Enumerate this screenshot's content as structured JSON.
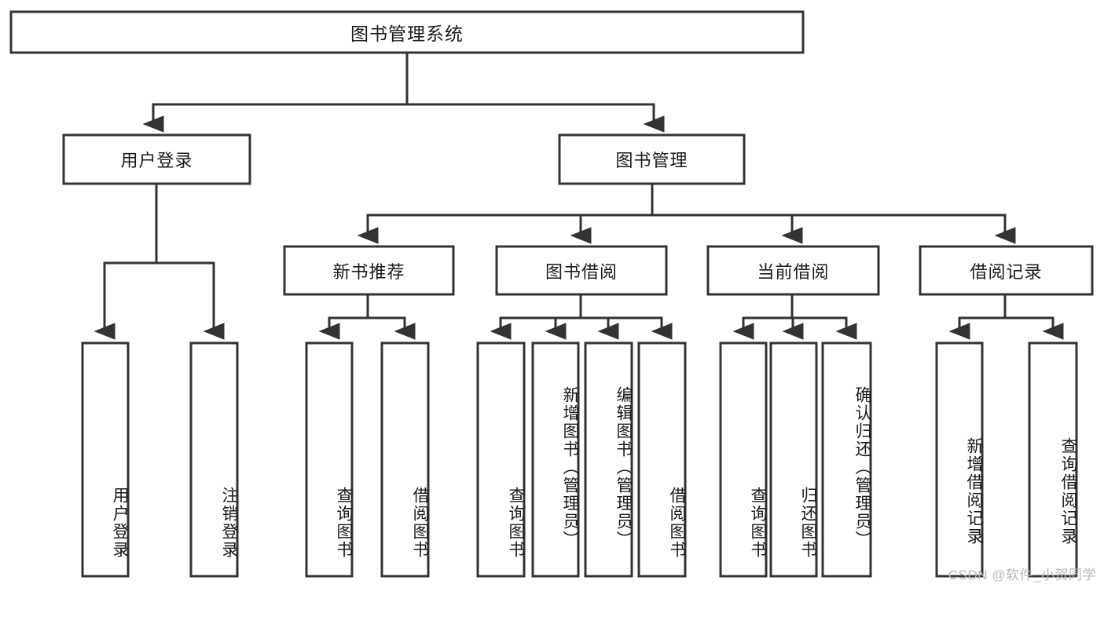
{
  "diagram": {
    "type": "hierarchy-tree",
    "title": "图书管理系统",
    "watermark": "CSDN @软件_小贺同学",
    "colors": {
      "stroke": "#333333",
      "fill": "#ffffff",
      "text": "#1a1a1a",
      "watermark": "#b9b9b9"
    },
    "root": {
      "label": "图书管理系统"
    },
    "level2": [
      {
        "label": "用户登录"
      },
      {
        "label": "图书管理"
      }
    ],
    "level3": [
      {
        "label": "新书推荐"
      },
      {
        "label": "图书借阅"
      },
      {
        "label": "当前借阅"
      },
      {
        "label": "借阅记录"
      }
    ],
    "leaves": {
      "user_login": [
        {
          "label": "用户登录"
        },
        {
          "label": "注销登录"
        }
      ],
      "new_book": [
        {
          "label": "查询图书"
        },
        {
          "label": "借阅图书"
        }
      ],
      "book_borrow": [
        {
          "label": "查询图书"
        },
        {
          "label": "新增图书（管理员）"
        },
        {
          "label": "编辑图书（管理员）"
        },
        {
          "label": "借阅图书"
        }
      ],
      "current_borrow": [
        {
          "label": "查询图书"
        },
        {
          "label": "归还图书"
        },
        {
          "label": "确认归还（管理员）"
        }
      ],
      "borrow_record": [
        {
          "label": "新增借阅记录"
        },
        {
          "label": "查询借阅记录"
        }
      ]
    }
  }
}
